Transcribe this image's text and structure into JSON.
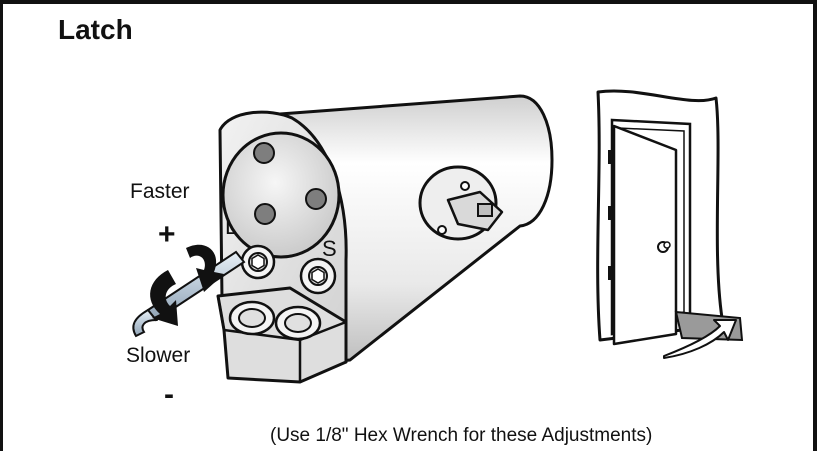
{
  "title": "Latch",
  "labels": {
    "faster": "Faster",
    "plus": "+",
    "slower": "Slower",
    "minus": "-",
    "port_l": "L",
    "port_s": "S"
  },
  "caption": "(Use 1/8\" Hex Wrench for these Adjustments)",
  "icons": [
    "door-closer-body",
    "hex-wrench",
    "rotation-arrows",
    "door-illustration",
    "door-swing-arrow"
  ],
  "colors": {
    "ink": "#111111",
    "metal_light": "#e6e6e6",
    "metal_dark": "#9a9a9a",
    "wrench": "#c9d6e2"
  }
}
